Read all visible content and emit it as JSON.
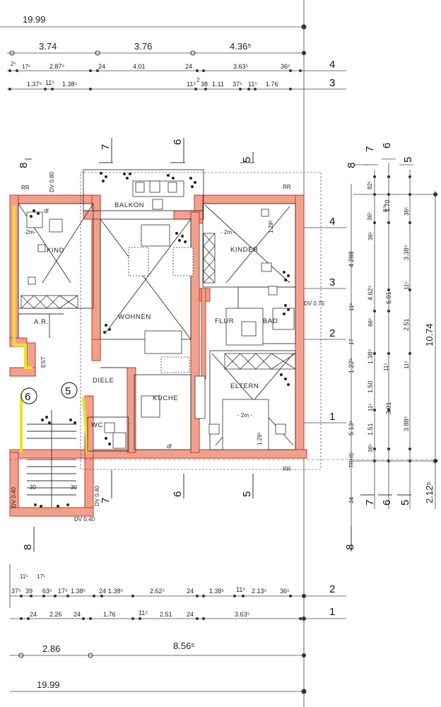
{
  "plan": {
    "wall_color": "#f2a08c",
    "wall_stroke": "#c0392b",
    "stair_highlight": "#f3ee5a",
    "line_color": "#333333",
    "rooms": [
      {
        "id": "balkon",
        "label": "BALKON"
      },
      {
        "id": "kind",
        "label": "KIND"
      },
      {
        "id": "wohnen",
        "label": "WOHNEN"
      },
      {
        "id": "kinder",
        "label": "KINDER"
      },
      {
        "id": "flur",
        "label": "FLUR"
      },
      {
        "id": "bad",
        "label": "BAD"
      },
      {
        "id": "ar",
        "label": "A.R."
      },
      {
        "id": "diele",
        "label": "DIELE"
      },
      {
        "id": "kueche",
        "label": "KÜCHE"
      },
      {
        "id": "eltern",
        "label": "ELTERN"
      },
      {
        "id": "wc",
        "label": "WC"
      }
    ],
    "top_dims": {
      "total_top": "19.99",
      "row1": [
        "3.74",
        "3.76",
        "4.36⁵"
      ],
      "row2": [
        "2⁵",
        "17⁵",
        "2.87⁵",
        "24",
        "4.01",
        "24",
        "3.63⁵",
        "36⁵"
      ],
      "row3": [
        "1.37⁵",
        "11⁵",
        "1.38⁵",
        "11⁵",
        "2",
        "38",
        "1.11",
        "37⁵",
        "11⁵",
        "1.76"
      ]
    },
    "bottom_dims": {
      "row1": [
        "11⁵",
        "17⁵",
        "37⁵",
        "39",
        "63⁵",
        "17⁵",
        "1.38⁵",
        "24",
        "1.38⁵",
        "2.62⁵",
        "24",
        "1.38⁵",
        "11⁵",
        "2.13⁵",
        "36⁵"
      ],
      "row2": [
        "24",
        "2.26",
        "24",
        "1.76",
        "11⁵",
        "2.51",
        "24",
        "3.63⁵"
      ],
      "row3": [
        "2.86",
        "8.56⁵"
      ],
      "total_bottom": "19.99"
    },
    "right_dims": {
      "col1": [
        "82⁵",
        "36⁵",
        "4.288",
        "4.62⁵",
        "1.38⁵",
        "1.22⁵",
        "1.50",
        "5.13⁵",
        "36⁵",
        "24"
      ],
      "col2": [
        "8⁷⁵",
        "36⁵",
        "11⁵",
        "17",
        "86⁵",
        "11⁵",
        "1.51",
        "11⁵"
      ],
      "col3": [
        "1.70",
        "6.01",
        "3.01"
      ],
      "col4": [
        "36⁵",
        "3.38⁵",
        "11⁵",
        "2.51",
        "11⁵",
        "3.88⁵"
      ],
      "total": "10.74",
      "bottom": "2.12⁵"
    },
    "axes_h": [
      "4",
      "3",
      "2",
      "1"
    ],
    "axes_v_top": [
      "7",
      "6",
      "5"
    ],
    "axes_v_right": [
      "8",
      "7",
      "6",
      "5"
    ],
    "axes_bottom_labels": [
      "8",
      "7",
      "6",
      "5"
    ],
    "axes_right_labels": [
      "1"
    ],
    "axis_extra": [
      "8",
      "6",
      "5",
      "7"
    ],
    "annotations": {
      "rr": "RR",
      "dv080": "DV 0.80",
      "dv075": "DV 0.75",
      "dv040a": "DV 0.40",
      "dv040b": "DV 0.40",
      "dv040c": "DV 0.40",
      "df1": "df",
      "df2": "df",
      "m2_1": "-2m-",
      "m2_2": "- 2m -",
      "m2_3": "- 2m -",
      "h129a": "1.29⁵",
      "h129b": "1.29⁵",
      "trhs": "TRHS",
      "est": "EST",
      "rr2": "RR",
      "rr3": "RR",
      "thirty1": "30",
      "thirty2": "30",
      "circle6": "6",
      "circle5": "5"
    }
  }
}
